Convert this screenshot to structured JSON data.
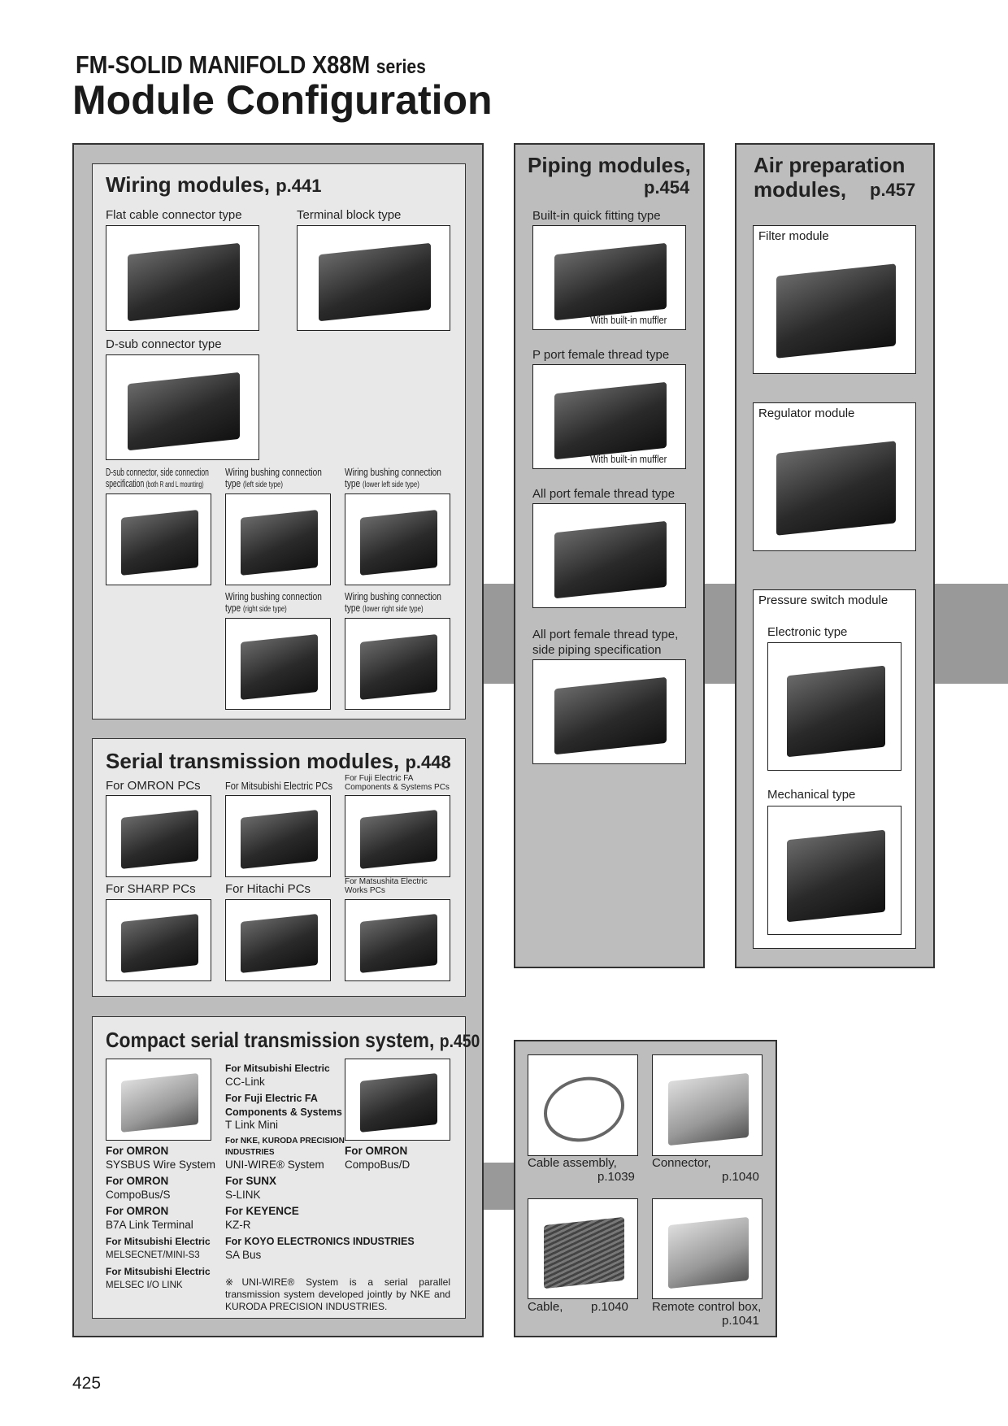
{
  "header": {
    "series_name": "FM-SOLID MANIFOLD X88M",
    "series_suffix": "series",
    "title": "Module Configuration"
  },
  "wiring": {
    "title": "Wiring modules,",
    "page": "p.441",
    "items": [
      "Flat cable connector type",
      "Terminal block type",
      "D-sub connector type"
    ],
    "small": [
      {
        "main": "D-sub connector, side connection specification",
        "note": "(both R and L mounting)"
      },
      {
        "main": "Wiring bushing connection type",
        "note": "(left side type)"
      },
      {
        "main": "Wiring bushing connection type",
        "note": "(lower left side type)"
      },
      {
        "main": "Wiring bushing connection type",
        "note": "(right side type)"
      },
      {
        "main": "Wiring bushing connection type",
        "note": "(lower right side type)"
      }
    ]
  },
  "serial": {
    "title": "Serial transmission modules,",
    "page": "p.448",
    "items": [
      "For OMRON PCs",
      "For Mitsubishi Electric PCs",
      "For Fuji Electric FA Components & Systems PCs",
      "For SHARP PCs",
      "For Hitachi PCs",
      "For Matsushita Electric Works PCs"
    ]
  },
  "compact": {
    "title": "Compact serial transmission system,",
    "page": "p.450",
    "left": [
      {
        "maker": "For OMRON",
        "system": "SYSBUS Wire System"
      },
      {
        "maker": "For OMRON",
        "system": "CompoBus/S"
      },
      {
        "maker": "For OMRON",
        "system": "B7A Link Terminal"
      },
      {
        "maker": "For Mitsubishi Electric",
        "system": "MELSECNET/MINI-S3"
      },
      {
        "maker": "For Mitsubishi Electric",
        "system": "MELSEC I/O LINK"
      }
    ],
    "middle": [
      {
        "maker": "For Mitsubishi Electric",
        "system": "CC-Link"
      },
      {
        "maker": "For Fuji Electric FA Components & Systems",
        "system": "T Link Mini"
      },
      {
        "maker": "For NKE, KURODA PRECISION INDUSTRIES",
        "system": "UNI-WIRE® System"
      },
      {
        "maker": "For SUNX",
        "system": "S-LINK"
      },
      {
        "maker": "For KEYENCE",
        "system": "KZ-R"
      },
      {
        "maker": "For KOYO ELECTRONICS INDUSTRIES",
        "system": "SA Bus"
      }
    ],
    "right": [
      {
        "maker": "For OMRON",
        "system": "CompoBus/D"
      }
    ],
    "note": "※UNI-WIRE® System is a serial parallel transmission system developed jointly by NKE and KURODA PRECISION INDUSTRIES."
  },
  "piping": {
    "title": "Piping modules,",
    "page": "p.454",
    "items": [
      {
        "label": "Built-in quick fitting type",
        "sub": "With built-in muffler"
      },
      {
        "label": "P port female thread type",
        "sub": "With built-in muffler"
      },
      {
        "label": "All port female thread type",
        "sub": ""
      },
      {
        "label": "All port female thread type, side piping specification",
        "sub": ""
      }
    ]
  },
  "air": {
    "title1": "Air preparation",
    "title2": "modules,",
    "page": "p.457",
    "filter": "Filter module",
    "regulator": "Regulator module",
    "pressure": "Pressure switch module",
    "electronic": "Electronic type",
    "mechanical": "Mechanical type"
  },
  "accessories": [
    {
      "label": "Cable assembly,",
      "page": "p.1039"
    },
    {
      "label": "Connector,",
      "page": "p.1040"
    },
    {
      "label": "Cable,",
      "page": "p.1040"
    },
    {
      "label": "Remote control box,",
      "page": "p.1041"
    }
  ],
  "page_number": "425"
}
